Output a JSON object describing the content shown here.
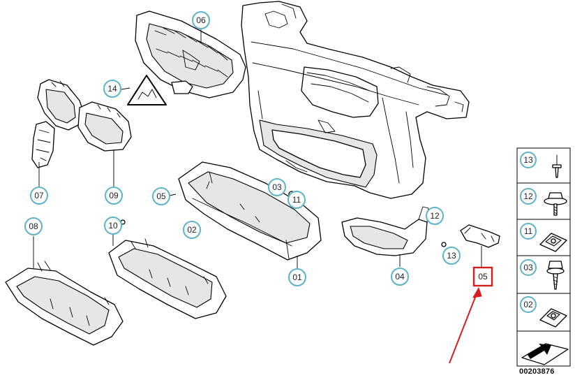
{
  "diagram": {
    "callouts": [
      {
        "id": "06",
        "label": "06"
      },
      {
        "id": "14",
        "label": "14"
      },
      {
        "id": "07",
        "label": "07"
      },
      {
        "id": "09",
        "label": "09"
      },
      {
        "id": "05a",
        "label": "05"
      },
      {
        "id": "03",
        "label": "03"
      },
      {
        "id": "11",
        "label": "11"
      },
      {
        "id": "02",
        "label": "02"
      },
      {
        "id": "12",
        "label": "12"
      },
      {
        "id": "13",
        "label": "13"
      },
      {
        "id": "08",
        "label": "08"
      },
      {
        "id": "10",
        "label": "10"
      },
      {
        "id": "01",
        "label": "01"
      },
      {
        "id": "04",
        "label": "04"
      }
    ],
    "highlighted_part": {
      "label": "05",
      "box_color": "#d41e1e"
    },
    "arrow_color": "#d41e1e",
    "callout_color": "#5fb3c8",
    "legend": [
      {
        "label": "13",
        "icon": "rivet-icon"
      },
      {
        "label": "12",
        "icon": "hex-bolt-washer-icon"
      },
      {
        "label": "11",
        "icon": "clip-nut-icon"
      },
      {
        "label": "03",
        "icon": "hex-screw-icon"
      },
      {
        "label": "02",
        "icon": "spring-nut-icon"
      },
      {
        "label": "",
        "icon": "arrow-plate-icon"
      }
    ],
    "drawing_number": "00203876"
  }
}
